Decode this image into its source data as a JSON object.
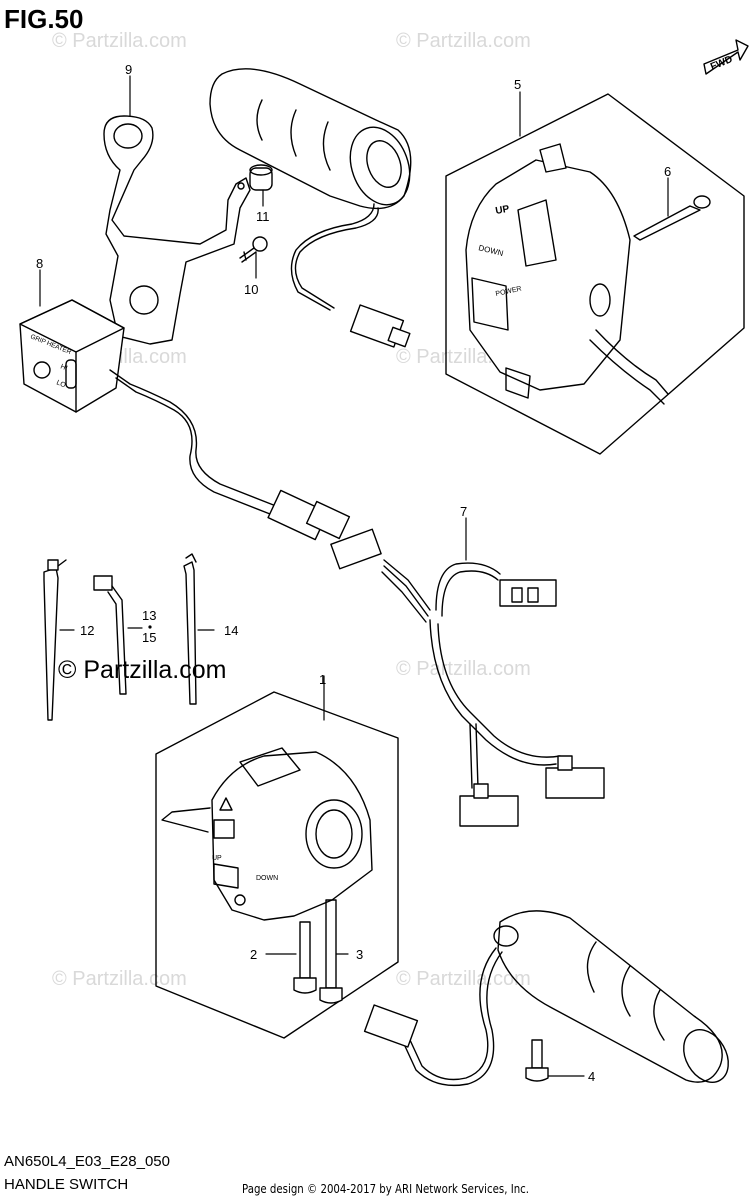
{
  "figure": {
    "title": "FIG.50",
    "code": "AN650L4_E03_E28_050",
    "name": "HANDLE SWITCH",
    "credit": "Page design © 2004-2017 by ARI Network Services, Inc."
  },
  "watermark": {
    "text": "© Partzilla.com",
    "feature_text": "© Partzilla.com"
  },
  "fwd_label": "FWD",
  "switch_labels": {
    "right_up": "UP",
    "right_down": "DOWN",
    "right_power": "POWER",
    "left_down": "DOWN",
    "left_up": "UP",
    "heater_title": "GRIP HEATER",
    "heater_hi": "HI",
    "heater_lo": "LO"
  },
  "callouts": {
    "c1": "1",
    "c2": "2",
    "c3": "3",
    "c4": "4",
    "c5": "5",
    "c6": "6",
    "c7": "7",
    "c8": "8",
    "c9": "9",
    "c10": "10",
    "c11": "11",
    "c12": "12",
    "c13": "13",
    "c14": "14",
    "c15": "15"
  }
}
